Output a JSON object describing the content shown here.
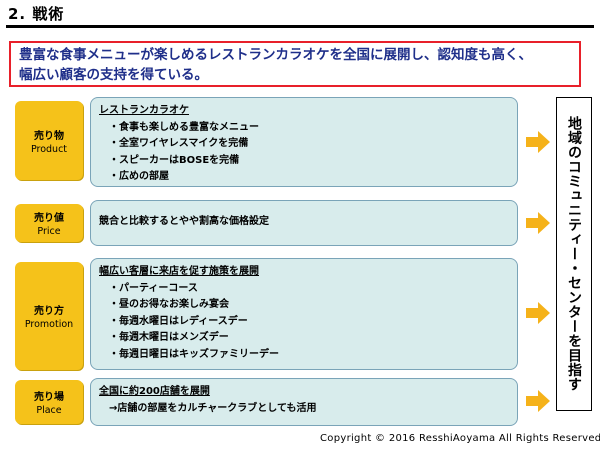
{
  "heading": "2. 戦術",
  "summary": {
    "line1": "豊富な食事メニューが楽しめるレストランカラオケを全国に展開し、認知度も高く、",
    "line2": "幅広い顧客の支持を得ている。"
  },
  "rows": [
    {
      "label_jp": "売り物",
      "label_en": "Product",
      "head": "レストランカラオケ",
      "items": [
        "・食事も楽しめる豊富なメニュー",
        "・全室ワイヤレスマイクを完備",
        "・スピーカーはBOSEを完備",
        "・広めの部屋"
      ]
    },
    {
      "label_jp": "売り値",
      "label_en": "Price",
      "text": "競合と比較するとやや割高な価格設定"
    },
    {
      "label_jp": "売り方",
      "label_en": "Promotion",
      "head": "幅広い客層に来店を促す施策を展開",
      "items": [
        "・パーティーコース",
        "・昼のお得なお楽しみ宴会",
        "・毎週水曜日はレディースデー",
        "・毎週木曜日はメンズデー",
        "・毎週日曜日はキッズファミリーデー"
      ]
    },
    {
      "label_jp": "売り場",
      "label_en": "Place",
      "head": "全国に約200店舗を展開",
      "items": [
        "→店舗の部屋をカルチャークラブとしても活用"
      ]
    }
  ],
  "goal": "地域のコミュニティー・センターを目指す",
  "copyright": "Copyright © 2016 ResshiAoyama All Rights Reserved.",
  "colors": {
    "label_bg": "#f5c21a",
    "content_bg": "#d8ecec",
    "summary_border": "#e8202a",
    "summary_text": "#1f2f8a",
    "arrow": "#f5b21a"
  }
}
